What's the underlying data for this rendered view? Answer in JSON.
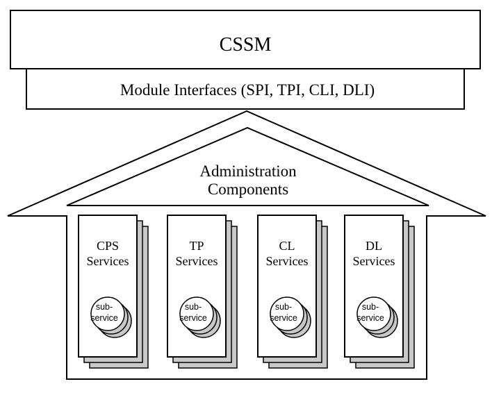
{
  "cssm": {
    "label": "CSSM"
  },
  "interfaces": {
    "label": "Module Interfaces (SPI, TPI, CLI, DLI)"
  },
  "admin": {
    "line1": "Administration",
    "line2": "Components"
  },
  "modules": [
    {
      "line1": "CPS",
      "line2": "Services",
      "sub1": "sub-",
      "sub2": "service"
    },
    {
      "line1": "TP",
      "line2": "Services",
      "sub1": "sub-",
      "sub2": "service"
    },
    {
      "line1": "CL",
      "line2": "Services",
      "sub1": "sub-",
      "sub2": "service"
    },
    {
      "line1": "DL",
      "line2": "Services",
      "sub1": "sub-",
      "sub2": "service"
    }
  ],
  "colors": {
    "stroke": "#000000",
    "shadow": "#c8c8c8",
    "background": "#ffffff"
  }
}
